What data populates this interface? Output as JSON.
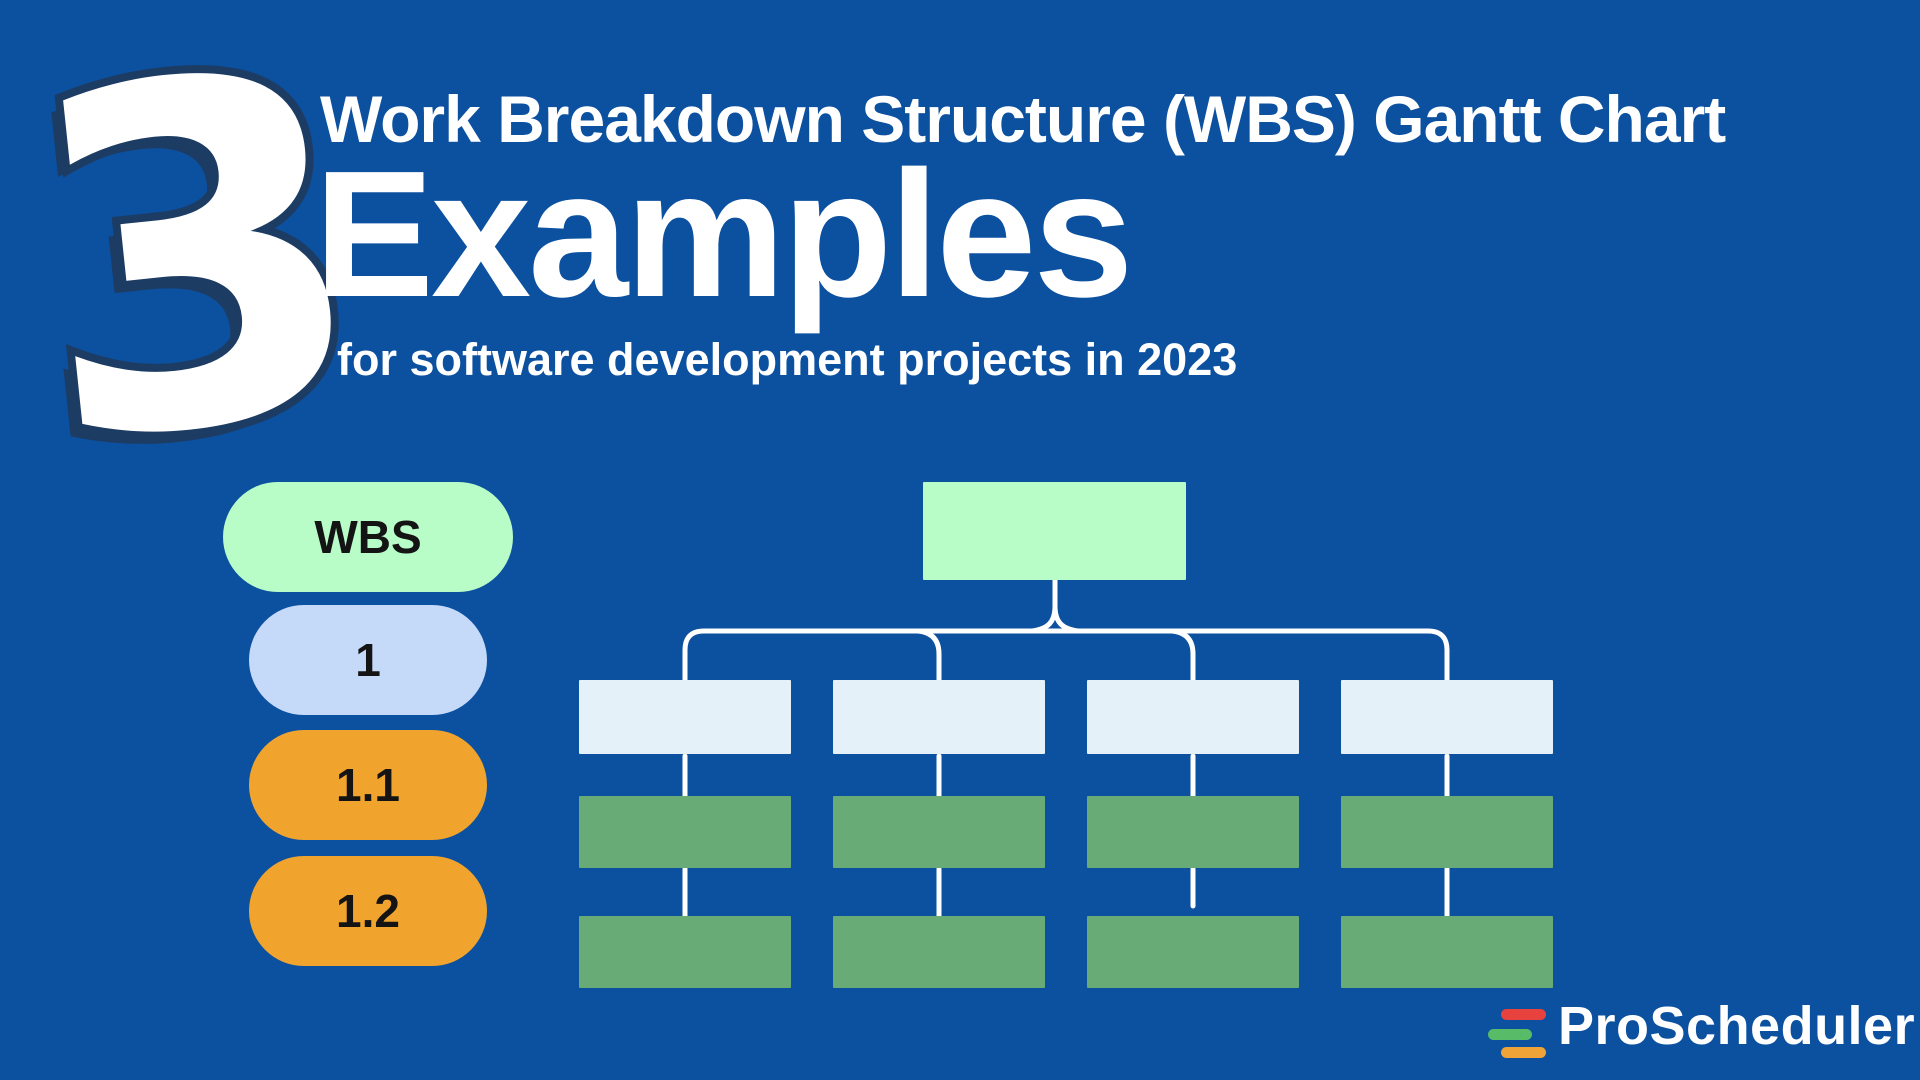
{
  "colors": {
    "background": "#0c50a0",
    "navy_outline": "#1d3c63",
    "mint": "#b8fcc8",
    "ice": "#e4f1f9",
    "sage": "#69ab77",
    "lavender": "#c5d9f8",
    "orange": "#f0a42d",
    "connector": "#ffffff",
    "logo_red": "#e8423e",
    "logo_green": "#57bb67",
    "logo_orange": "#f0a437"
  },
  "headline": {
    "number": "3",
    "title": "Work Breakdown Structure (WBS) Gantt Chart",
    "emphasis": "Examples",
    "tagline": "for software development projects in 2023"
  },
  "legend": {
    "pills": [
      {
        "label": "WBS",
        "level": "root"
      },
      {
        "label": "1",
        "level": "level-1"
      },
      {
        "label": "1.1",
        "level": "level-2"
      },
      {
        "label": "1.2",
        "level": "level-2"
      }
    ]
  },
  "diagram": {
    "type": "wbs-tree",
    "root_label": "",
    "branch_count": 4,
    "tasks_per_branch": 2,
    "node_labels_visible": false
  },
  "logo": {
    "text": "ProScheduler"
  }
}
